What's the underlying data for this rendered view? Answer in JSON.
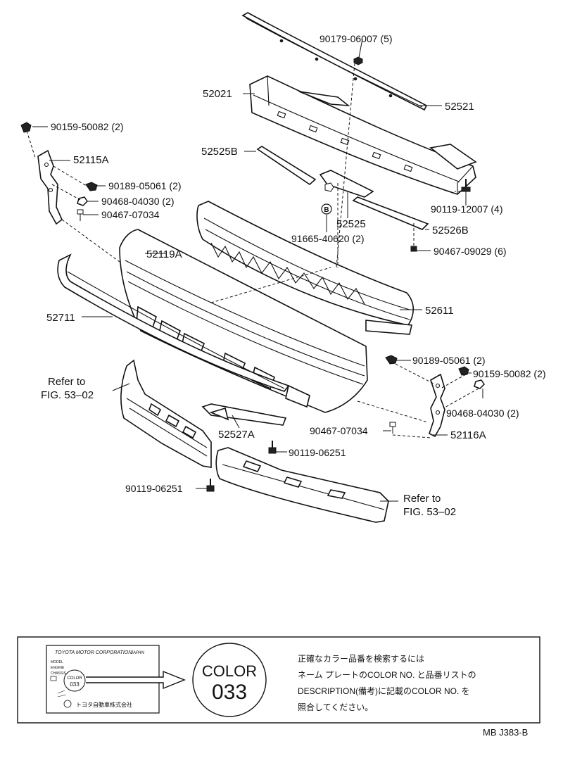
{
  "parts": [
    {
      "id": "p1",
      "label": "90179-06007 (5)"
    },
    {
      "id": "p2",
      "label": "52021"
    },
    {
      "id": "p3",
      "label": "52521"
    },
    {
      "id": "p4",
      "label": "90159-50082 (2)"
    },
    {
      "id": "p5",
      "label": "52525B"
    },
    {
      "id": "p6",
      "label": "52115A"
    },
    {
      "id": "p7",
      "label": "90189-05061 (2)"
    },
    {
      "id": "p8",
      "label": "90468-04030 (2)"
    },
    {
      "id": "p9",
      "label": "90467-07034"
    },
    {
      "id": "p10",
      "label": "90119-12007 (4)"
    },
    {
      "id": "p11",
      "label": "52525"
    },
    {
      "id": "p12",
      "label": "52526B"
    },
    {
      "id": "p13",
      "label": "91665-40620 (2)"
    },
    {
      "id": "p14",
      "label": "90467-09029 (6)"
    },
    {
      "id": "p15",
      "label": "52119A"
    },
    {
      "id": "p16",
      "label": "52711"
    },
    {
      "id": "p17",
      "label": "52611"
    },
    {
      "id": "p18",
      "label": "90189-05061 (2)"
    },
    {
      "id": "p19",
      "label": "90159-50082 (2)"
    },
    {
      "id": "p20",
      "label": "90468-04030 (2)"
    },
    {
      "id": "p21",
      "label": "52527A"
    },
    {
      "id": "p22",
      "label": "90467-07034"
    },
    {
      "id": "p23",
      "label": "52116A"
    },
    {
      "id": "p24",
      "label": "90119-06251"
    },
    {
      "id": "p25",
      "label": "90119-06251"
    }
  ],
  "refs": [
    {
      "line1": "Refer to",
      "line2": "FIG. 53–02"
    },
    {
      "line1": "Refer to",
      "line2": "FIG. 53–02"
    }
  ],
  "callout_b": "B",
  "color_box": {
    "plate_title": "TOYOTA MOTOR CORPORATION",
    "plate_sub": "JAPAN",
    "plate_rows": [
      "MODEL",
      "ENGINE",
      "CHASSIS"
    ],
    "plate_color": "COLOR",
    "plate_code": "033",
    "plate_maker": "トヨタ自動車株式会社",
    "badge_line1": "COLOR",
    "badge_line2": "033",
    "note": [
      "正確なカラー品番を検索するには",
      "ネーム プレートのCOLOR NO. と品番リストの",
      "DESCRIPTION(備考)に記載のCOLOR NO. を",
      "照合してください。"
    ]
  },
  "figure_id": "MB J383-B"
}
